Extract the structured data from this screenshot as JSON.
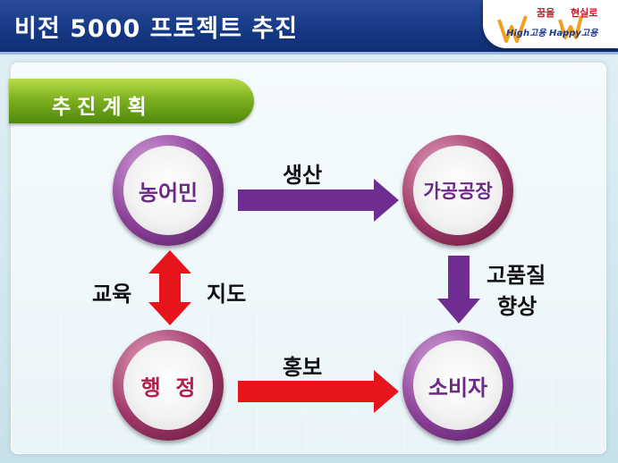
{
  "header": {
    "title": "비전 5000 프로젝트 추진",
    "logo": {
      "top_left": "꿈을",
      "top_right": "현실로",
      "bottom": "High고용 Happy고용"
    }
  },
  "section": {
    "label": "추진계획"
  },
  "nodes": {
    "farmers": "농어민",
    "factory": "가공공장",
    "admin": "행  정",
    "consumer": "소비자"
  },
  "edges": {
    "production": "생산",
    "education": "교육",
    "guidance": "지도",
    "quality_line1": "고품질",
    "quality_line2": "향상",
    "promotion": "홍보"
  },
  "colors": {
    "title_bar": "#163a86",
    "banner_green": "#7fb020",
    "arrow_purple": "#6f2c91",
    "arrow_red": "#e8141c"
  }
}
